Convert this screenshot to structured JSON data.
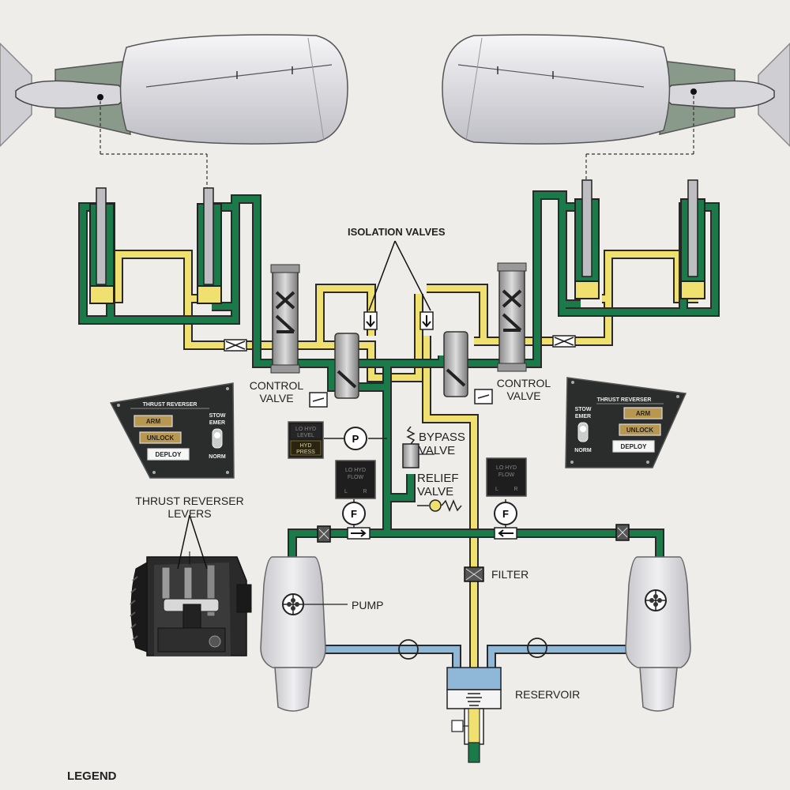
{
  "labels": {
    "isolation_valves": "ISOLATION VALVES",
    "control_valve_left": [
      "CONTROL",
      "VALVE"
    ],
    "control_valve_right": [
      "CONTROL",
      "VALVE"
    ],
    "bypass_valve": [
      "BYPASS",
      "VALVE"
    ],
    "relief_valve": [
      "RELIEF",
      "VALVE"
    ],
    "thrust_reverser_levers": [
      "THRUST REVERSER",
      "LEVERS"
    ],
    "filter": "FILTER",
    "pump": "PUMP",
    "reservoir": "RESERVOIR",
    "legend": "LEGEND"
  },
  "left_panel": {
    "title": "THRUST REVERSER",
    "arm": "ARM",
    "unlock": "UNLOCK",
    "deploy": "DEPLOY",
    "stow_emer": [
      "STOW",
      "EMER"
    ],
    "norm": "NORM"
  },
  "right_panel": {
    "title": "THRUST REVERSER",
    "arm": "ARM",
    "unlock": "UNLOCK",
    "deploy": "DEPLOY",
    "stow_emer": [
      "STOW",
      "EMER"
    ],
    "norm": "NORM"
  },
  "indicators": {
    "level_press": [
      "LO HYD",
      "LEVEL",
      "HYD",
      "PRESS"
    ],
    "flow_left": [
      "LO HYD",
      "FLOW",
      "L",
      "R"
    ],
    "flow_right": [
      "LO HYD",
      "FLOW",
      "L",
      "R"
    ]
  },
  "gauges": {
    "pressure": "P",
    "flow_left": "F",
    "flow_right": "F"
  },
  "colors": {
    "pressure_line": "#1a7a4a",
    "return_line": "#f0e070",
    "supply_line": "#8fb8d8",
    "outline": "#2a2a2a",
    "background": "#eeedea"
  }
}
